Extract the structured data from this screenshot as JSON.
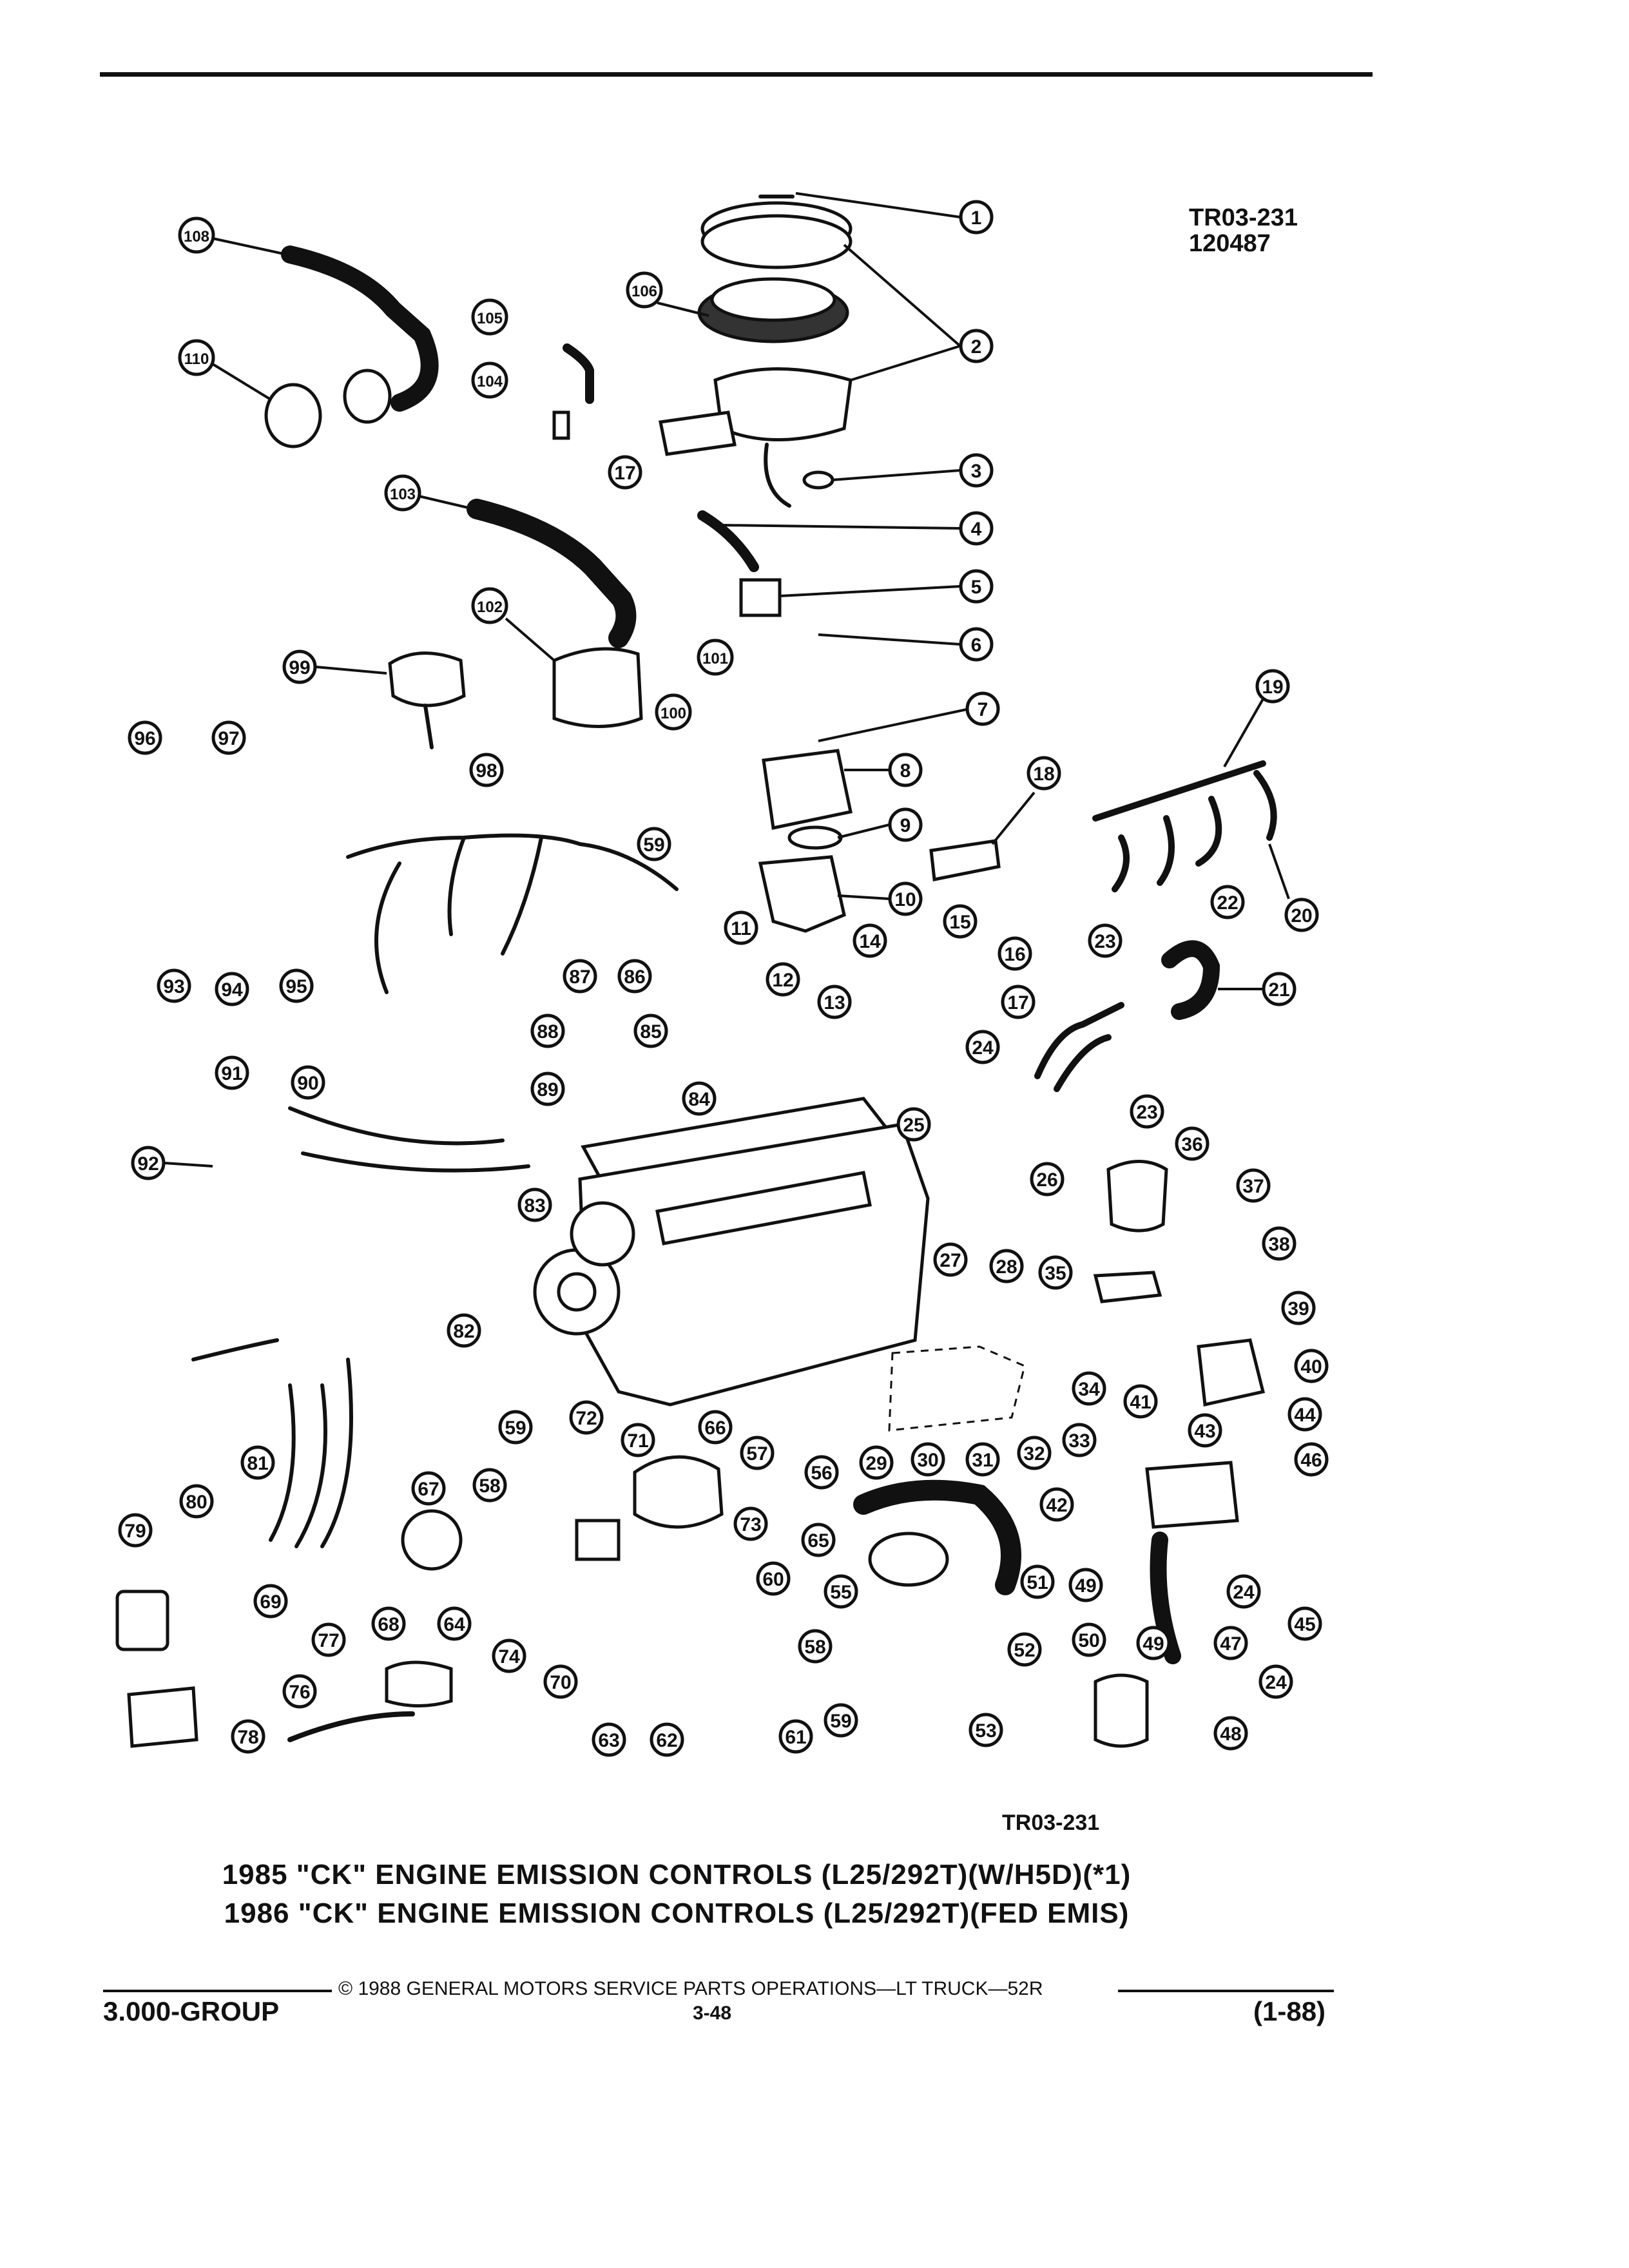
{
  "header": {
    "ref_code_line1": "TR03-231",
    "ref_code_line2": "120487"
  },
  "figure": {
    "code": "TR03-231",
    "callouts": [
      "1",
      "2",
      "3",
      "4",
      "5",
      "6",
      "7",
      "8",
      "9",
      "10",
      "11",
      "12",
      "13",
      "14",
      "15",
      "16",
      "17",
      "18",
      "19",
      "20",
      "21",
      "22",
      "23",
      "24",
      "25",
      "26",
      "27",
      "28",
      "29",
      "30",
      "31",
      "32",
      "33",
      "34",
      "35",
      "36",
      "37",
      "38",
      "39",
      "40",
      "41",
      "42",
      "43",
      "44",
      "45",
      "46",
      "47",
      "48",
      "49",
      "50",
      "51",
      "52",
      "53",
      "55",
      "56",
      "57",
      "58",
      "59",
      "60",
      "61",
      "62",
      "63",
      "64",
      "65",
      "66",
      "67",
      "68",
      "69",
      "70",
      "71",
      "72",
      "73",
      "74",
      "76",
      "77",
      "78",
      "79",
      "80",
      "81",
      "82",
      "83",
      "84",
      "85",
      "86",
      "87",
      "88",
      "89",
      "90",
      "91",
      "92",
      "93",
      "94",
      "95",
      "96",
      "97",
      "98",
      "99",
      "100",
      "101",
      "102",
      "103",
      "104",
      "105",
      "106",
      "108",
      "110"
    ]
  },
  "titles": {
    "line1": "1985 \"CK\" ENGINE EMISSION CONTROLS (L25/292T)(W/H5D)(*1)",
    "line2": "1986 \"CK\" ENGINE EMISSION CONTROLS (L25/292T)(FED EMIS)"
  },
  "footer": {
    "copyright": "© 1988 GENERAL MOTORS SERVICE PARTS OPERATIONS—LT TRUCK—52R",
    "group": "3.000-GROUP",
    "page": "3-48",
    "revision": "(1-88)"
  }
}
